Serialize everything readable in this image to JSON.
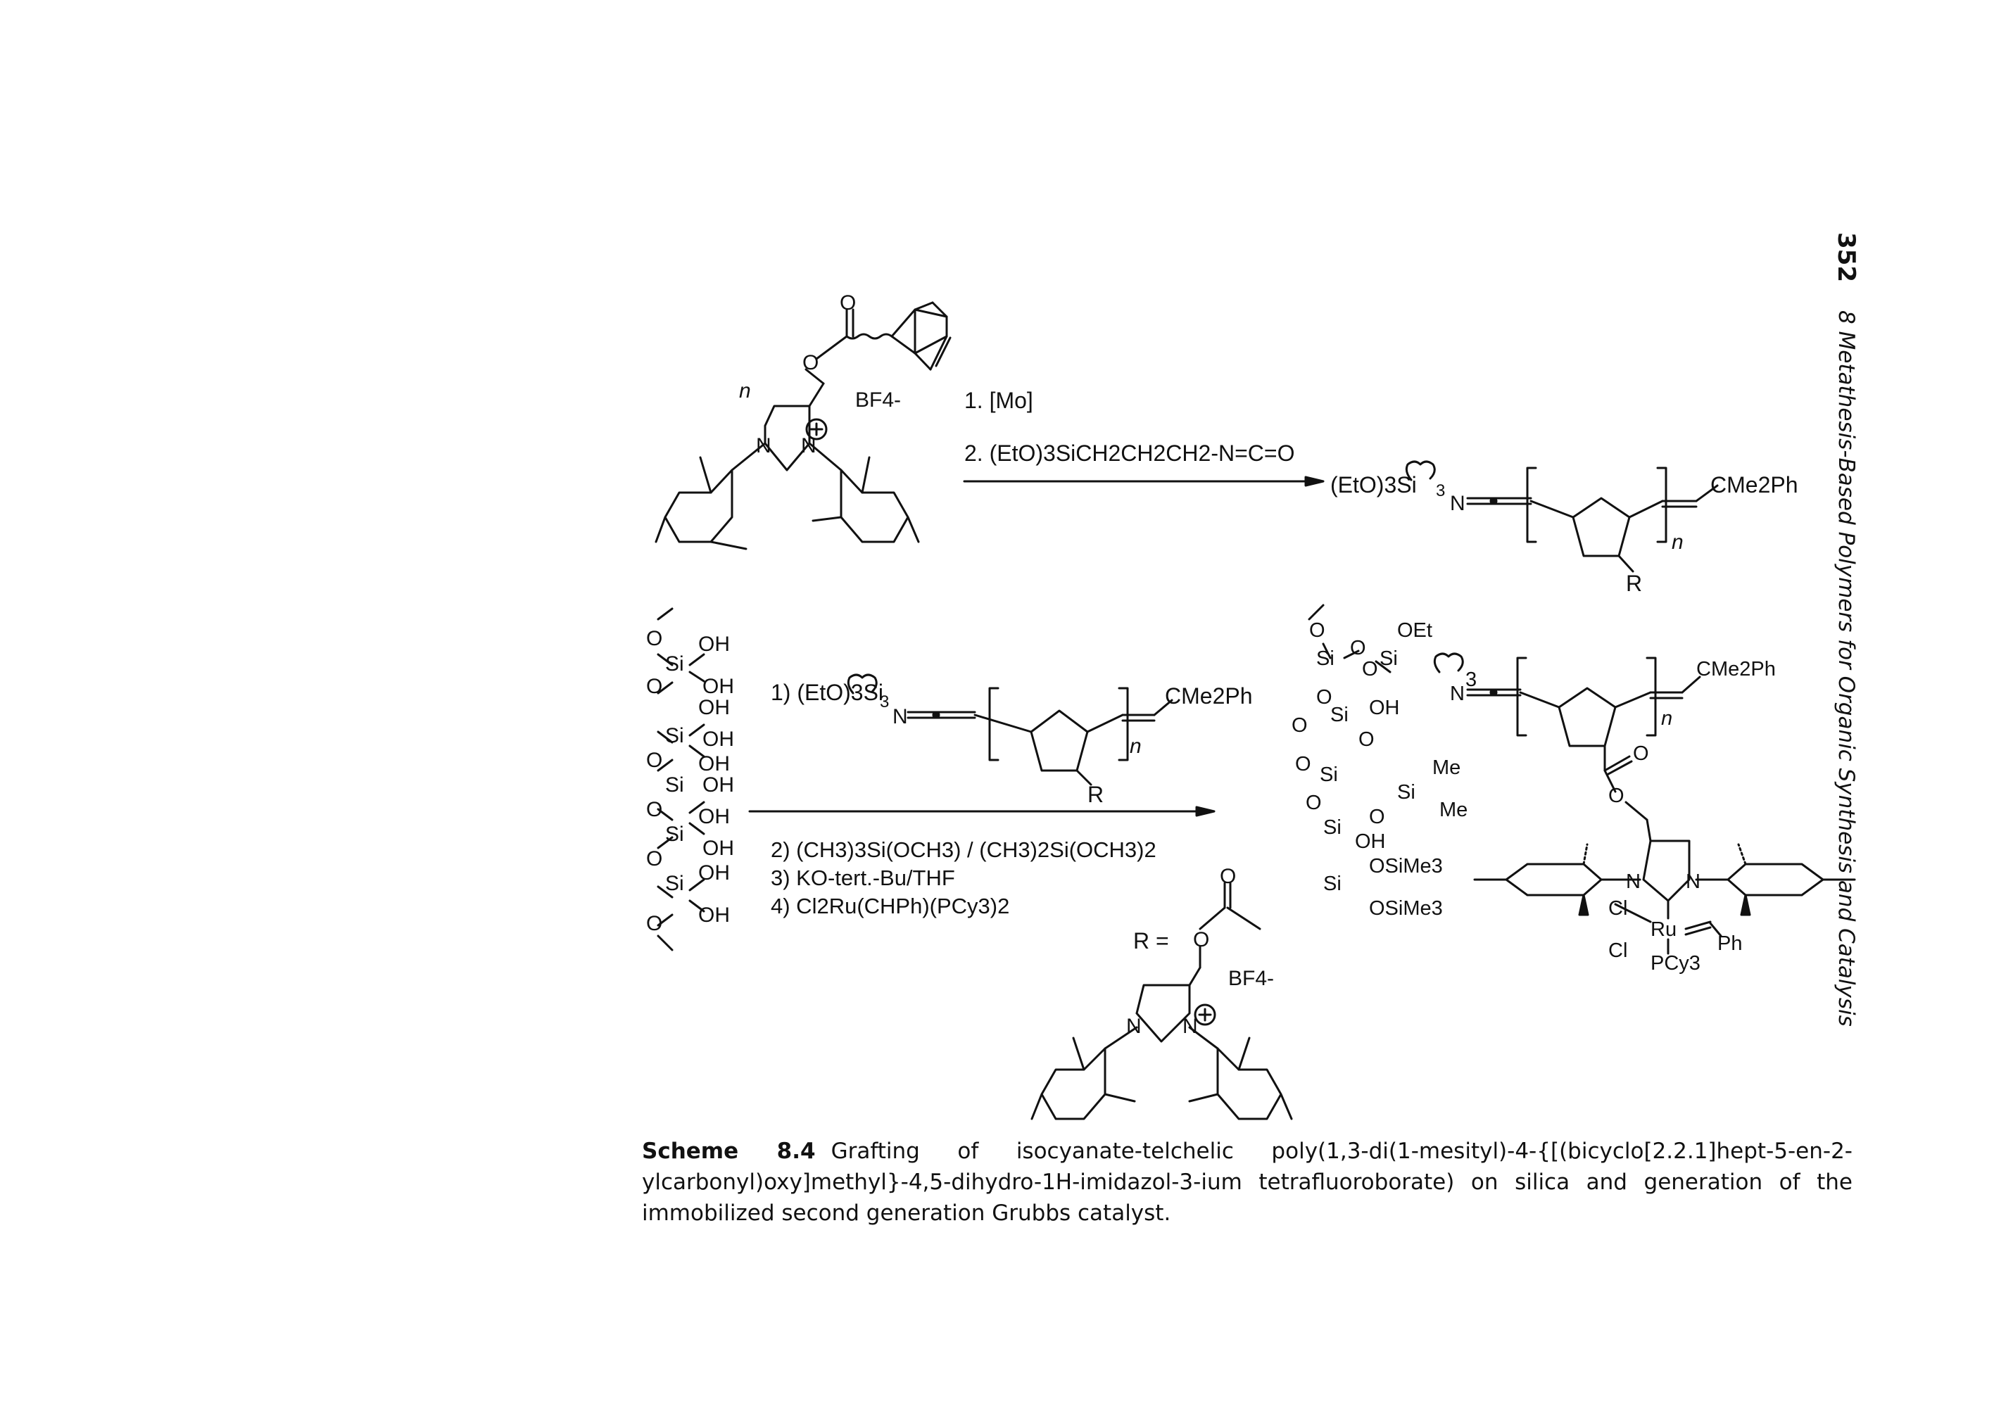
{
  "running_head": {
    "page_number": "352",
    "chapter_title": "8 Metathesis-Based Polymers for Organic Synthesis and Catalysis"
  },
  "scheme": {
    "step1_conditions": [
      "1. [Mo]",
      "2. (EtO)3SiCH2CH2CH2-N=C=O"
    ],
    "step2_conditions_above": "1) (EtO)3Si",
    "step2_conditions_below": [
      "2) (CH3)3Si(OCH3) / (CH3)2Si(OCH3)2",
      "3) KO-tert.-Bu/THF",
      "4) Cl2Ru(CHPh)(PCy3)2"
    ],
    "monomer_labels": {
      "counterion": "BF4-",
      "n": "n",
      "N_left": "N",
      "N_right": "N",
      "O": "O",
      "carbonyl_O": "O"
    },
    "product1_labels": {
      "silyl": "(EtO)3Si",
      "subscript": "3",
      "N": "N",
      "end_group": "CMe2Ph",
      "n": "n",
      "R": "R"
    },
    "silica_labels": [
      "O",
      "Si",
      "OH",
      "OH",
      "O",
      "Si",
      "OH",
      "OH",
      "O",
      "Si",
      "OH",
      "OH",
      "O",
      "Si",
      "OH",
      "OH",
      "O",
      "Si",
      "OH",
      "OH",
      "O"
    ],
    "R_definition": {
      "prefix": "R =",
      "O_ester": "O",
      "O_carbonyl": "O",
      "counterion": "BF4-",
      "N_left": "N",
      "N_right": "N"
    },
    "product2_labels": {
      "OEt": "OEt",
      "Si1": "Si",
      "O1": "O",
      "O2": "O",
      "Si2": "Si",
      "subscript": "3",
      "N": "N",
      "end_group": "CMe2Ph",
      "n": "n",
      "OH1": "OH",
      "O3": "O",
      "Si3": "Si",
      "O4": "O",
      "O5": "O",
      "Si4": "Si",
      "O6": "O",
      "Me1": "Me",
      "Si5": "Si",
      "Me2": "Me",
      "O7": "O",
      "Si6": "Si",
      "OH2": "OH",
      "O8": "O",
      "OSiMe3_1": "OSiMe3",
      "Si7": "Si",
      "OSiMe3_2": "OSiMe3",
      "O9": "O",
      "carbonyl_O": "O",
      "ester_O": "O",
      "N_left": "N",
      "N_right": "N",
      "Cl1": "Cl",
      "Ru": "Ru",
      "Ph": "Ph",
      "Cl2": "Cl",
      "PCy3": "PCy3"
    }
  },
  "caption": {
    "label": "Scheme 8.4",
    "text": "Grafting of isocyanate-telchelic poly(1,3-di(1-mesityl)-4-{[(bicyclo[2.2.1]hept-5-en-2-ylcarbonyl)oxy]methyl}-4,5-dihydro-1H-imidazol-3-ium tetrafluoroborate) on silica and generation of the immobilized second generation Grubbs catalyst."
  }
}
